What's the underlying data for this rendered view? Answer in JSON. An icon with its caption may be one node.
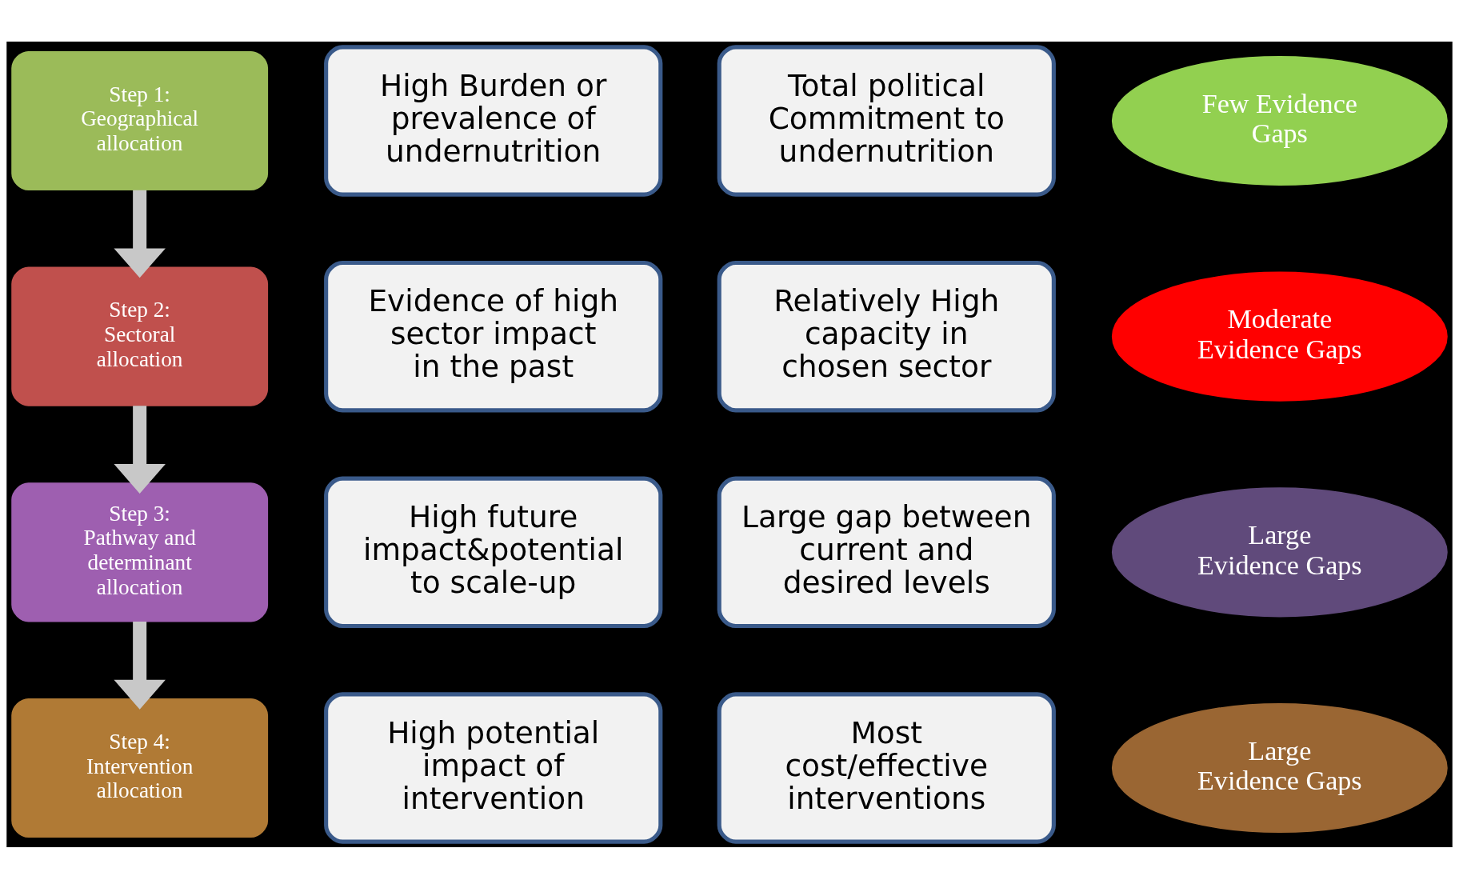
{
  "diagram": {
    "nodes": [
      {
        "text": [
          "Step 1: Geographical allocation"
        ]
      },
      {
        "text": [
          "High Burden or prevalence of undernutrition"
        ]
      },
      {
        "text": [
          "Total political Commitment to undernutrition"
        ]
      },
      {
        "text": [
          "Few Evidence Gaps"
        ]
      },
      {
        "text": [
          "Step 2: Sectoral allocation"
        ]
      },
      {
        "text": [
          "Evidence of high sector impact in the past"
        ]
      },
      {
        "text": [
          "Relatively High capacity in chosen sector"
        ]
      },
      {
        "text": [
          "Moderate Evidence Gaps"
        ]
      },
      {
        "text": [
          "Step 3: Pathway and determinant allocation"
        ]
      },
      {
        "text": [
          "High future impact&potential to scale-up"
        ]
      },
      {
        "text": [
          "Large gap between current and desired levels"
        ]
      },
      {
        "text": [
          "Large Evidence Gaps"
        ]
      },
      {
        "text": [
          "Step 4: Intervention allocation"
        ]
      },
      {
        "text": [
          "High potential impact of intervention"
        ]
      },
      {
        "text": [
          "Most cost/effective interventions"
        ]
      },
      {
        "text": [
          "Large Evidence Gaps"
        ]
      }
    ],
    "edges": [
      {
        "from": 0,
        "to": 4,
        "arrow": "to"
      },
      {
        "from": 4,
        "to": 8,
        "arrow": "to"
      },
      {
        "from": 8,
        "to": 12,
        "arrow": "to"
      }
    ]
  }
}
